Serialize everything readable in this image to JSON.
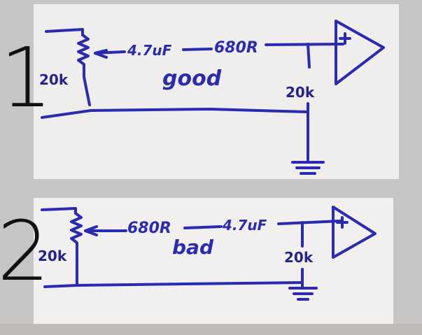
{
  "circuits": [
    {
      "number": "1",
      "verdict": "good",
      "pot_value": "20k",
      "first_component": "4.7uF",
      "second_component": "680R",
      "bias_resistor": "20k"
    },
    {
      "number": "2",
      "verdict": "bad",
      "pot_value": "20k",
      "first_component": "680R",
      "second_component": "4.7uF",
      "bias_resistor": "20k"
    }
  ],
  "colors": {
    "ink": "#2a2bb0",
    "label": "#24238e",
    "paper": "#f0eeec"
  }
}
